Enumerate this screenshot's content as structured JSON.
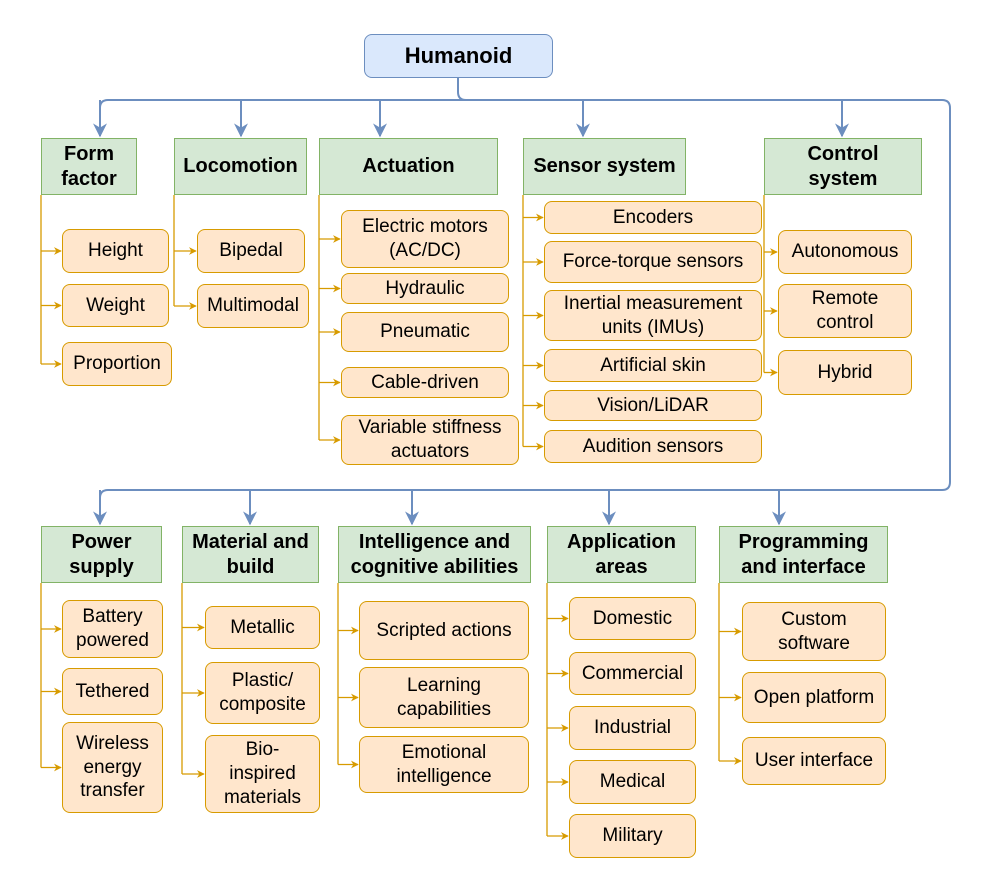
{
  "root": "Humanoid",
  "categories": [
    {
      "label": "Form\nfactor",
      "items": [
        "Height",
        "Weight",
        "Proportion"
      ]
    },
    {
      "label": "Locomotion",
      "items": [
        "Bipedal",
        "Multimodal"
      ]
    },
    {
      "label": "Actuation",
      "items": [
        "Electric motors\n(AC/DC)",
        "Hydraulic",
        "Pneumatic",
        "Cable-driven",
        "Variable stiffness\nactuators"
      ]
    },
    {
      "label": "Sensor system",
      "items": [
        "Encoders",
        "Force-torque sensors",
        "Inertial measurement\nunits (IMUs)",
        "Artificial skin",
        "Vision/LiDAR",
        "Audition sensors"
      ]
    },
    {
      "label": "Control\nsystem",
      "items": [
        "Autonomous",
        "Remote\ncontrol",
        "Hybrid"
      ]
    },
    {
      "label": "Power\nsupply",
      "items": [
        "Battery\npowered",
        "Tethered",
        "Wireless\nenergy\ntransfer"
      ]
    },
    {
      "label": "Material and\nbuild",
      "items": [
        "Metallic",
        "Plastic/\ncomposite",
        "Bio-\ninspired\nmaterials"
      ]
    },
    {
      "label": "Intelligence and\ncognitive abilities",
      "items": [
        "Scripted actions",
        "Learning\ncapabilities",
        "Emotional\nintelligence"
      ]
    },
    {
      "label": "Application\nareas",
      "items": [
        "Domestic",
        "Commercial",
        "Industrial",
        "Medical",
        "Military"
      ]
    },
    {
      "label": "Programming\nand interface",
      "items": [
        "Custom\nsoftware",
        "Open platform",
        "User interface"
      ]
    }
  ],
  "colors": {
    "root_fill": "#dae8fc",
    "root_border": "#6c8ebf",
    "category_fill": "#d5e8d4",
    "category_border": "#82b366",
    "leaf_fill": "#ffe6cc",
    "leaf_border": "#d79b00",
    "main_connector": "#6c8ebf",
    "leaf_connector": "#d79b00"
  }
}
